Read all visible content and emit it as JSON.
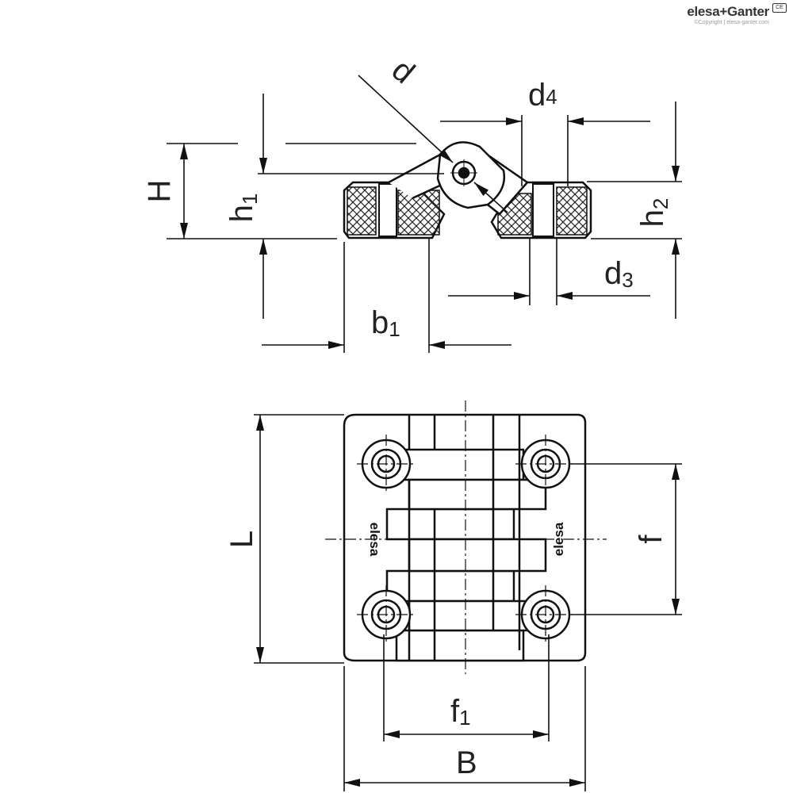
{
  "brand": {
    "name": "elesa+Ganter",
    "copyright": "©Copyright | elesa-ganter.com",
    "badge": "CE"
  },
  "marks": {
    "part_logo": "elesa"
  },
  "dimensions": {
    "H": "H",
    "h1": {
      "base": "h",
      "sub": "1"
    },
    "h2": {
      "base": "h",
      "sub": "2"
    },
    "b1": {
      "base": "b",
      "sub": "1"
    },
    "d": "d",
    "d3": {
      "base": "d",
      "sub": "3"
    },
    "d4": {
      "base": "d",
      "sub": "4"
    },
    "L": "L",
    "f": "f",
    "f1": {
      "base": "f",
      "sub": "1"
    },
    "B": "B"
  }
}
